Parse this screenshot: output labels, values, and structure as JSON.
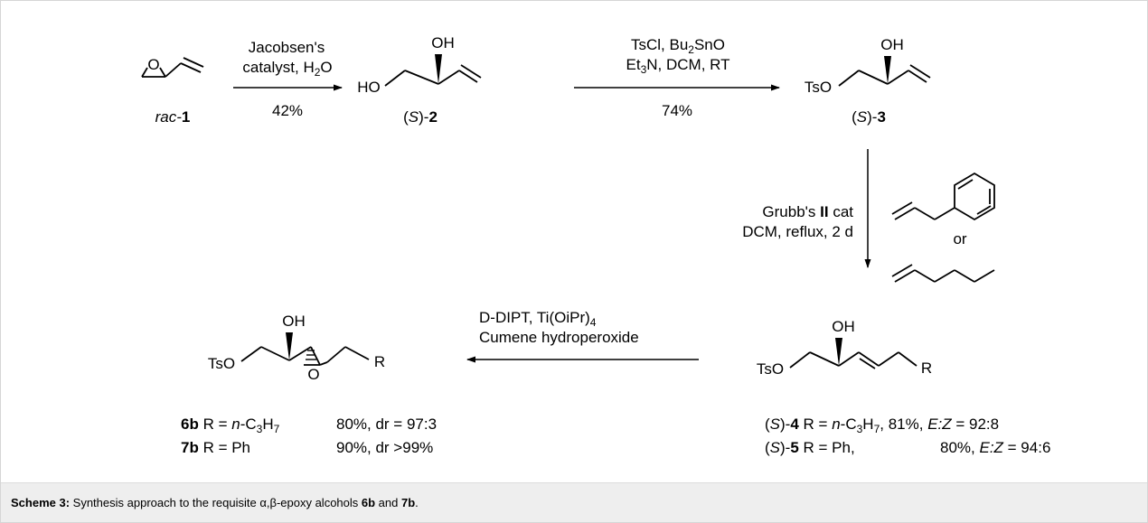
{
  "scheme": {
    "compounds": {
      "c1": {
        "pre": "rac-",
        "bold": "1"
      },
      "c2": {
        "pre": "(",
        "ital": "S",
        "post": ")-",
        "bold": "2"
      },
      "c3": {
        "pre": "(",
        "ital": "S",
        "post": ")-",
        "bold": "3"
      }
    },
    "atoms": {
      "oh": "OH",
      "ho": "HO",
      "tso": "TsO",
      "o": "O",
      "r": "R",
      "or": "or"
    },
    "step1": {
      "line1": "Jacobsen's",
      "line2": "catalyst, H",
      "line2_sub": "2",
      "line2_end": "O",
      "yield": "42%"
    },
    "step2": {
      "line1a": "TsCl, Bu",
      "line1_sub": "2",
      "line1b": "SnO",
      "line2a": "Et",
      "line2_sub": "3",
      "line2b": "N, DCM, RT",
      "yield": "74%"
    },
    "step3": {
      "line1a": "Grubb's ",
      "line1_bold": "II",
      "line1b": " cat",
      "line2": "DCM, reflux, 2 d"
    },
    "step4": {
      "line1": "D-DIPT, Ti(OiPr)",
      "line1_sub": "4",
      "line2": "Cumene hydroperoxide"
    },
    "products_right": [
      {
        "pre": "(",
        "ital": "S",
        "post": ")-",
        "bold": "4",
        "rest": " R = ",
        "r_ital": "n",
        "r_rest": "-C",
        "r_sub": "3",
        "r_h": "H",
        "r_sub2": "7",
        "yield": ", 81%, ",
        "ez": "E:Z",
        "ratio": " = 92:8"
      },
      {
        "pre": "(",
        "ital": "S",
        "post": ")-",
        "bold": "5",
        "rest": " R = Ph,",
        "yield": "80%, ",
        "ez": "E:Z",
        "ratio": " = 94:6"
      }
    ],
    "products_left": [
      {
        "bold": "6b",
        "rest": " R = ",
        "r_ital": "n",
        "r_rest": "-C",
        "r_sub": "3",
        "r_h": "H",
        "r_sub2": "7",
        "yield": "80%, dr = 97:3"
      },
      {
        "bold": "7b",
        "rest": " R = Ph",
        "yield": "90%, dr >99%"
      }
    ]
  },
  "caption": {
    "label": "Scheme 3:",
    "text1": " Synthesis approach to the requisite α,β-epoxy alcohols ",
    "b1": "6b",
    "text2": " and ",
    "b2": "7b",
    "text3": "."
  }
}
